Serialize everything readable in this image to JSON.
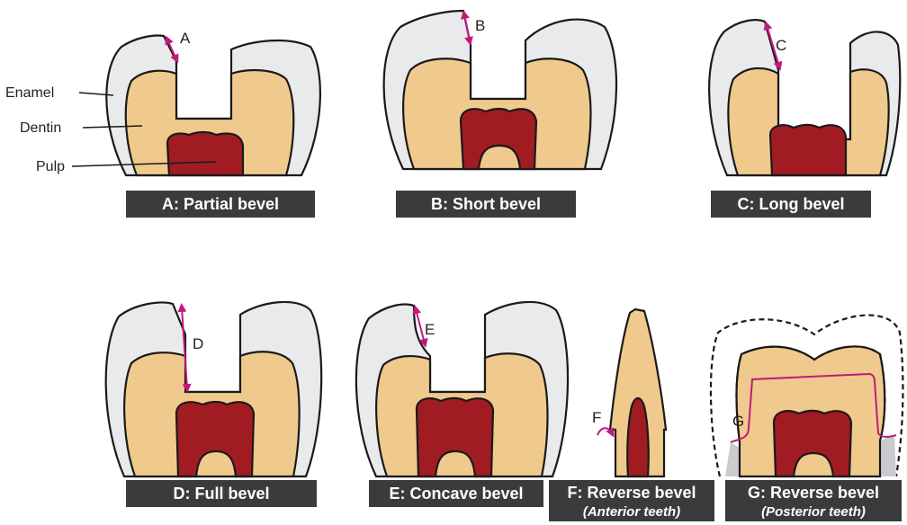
{
  "labels": {
    "enamel": "Enamel",
    "dentin": "Dentin",
    "pulp": "Pulp"
  },
  "panels": [
    {
      "letter": "A",
      "caption": "A: Partial bevel",
      "subcaption": ""
    },
    {
      "letter": "B",
      "caption": "B: Short bevel",
      "subcaption": ""
    },
    {
      "letter": "C",
      "caption": "C: Long bevel",
      "subcaption": ""
    },
    {
      "letter": "D",
      "caption": "D: Full bevel",
      "subcaption": ""
    },
    {
      "letter": "E",
      "caption": "E: Concave bevel",
      "subcaption": ""
    },
    {
      "letter": "F",
      "caption": "F: Reverse bevel",
      "subcaption": "(Anterior teeth)"
    },
    {
      "letter": "G",
      "caption": "G: Reverse bevel",
      "subcaption": "(Posterior teeth)"
    }
  ],
  "colors": {
    "enamel": "#e9eaec",
    "dentin": "#f0ca8c",
    "pulp": "#a11b22",
    "bevel_arrow": "#c2187e",
    "caption_bg": "#3b3b3d"
  }
}
